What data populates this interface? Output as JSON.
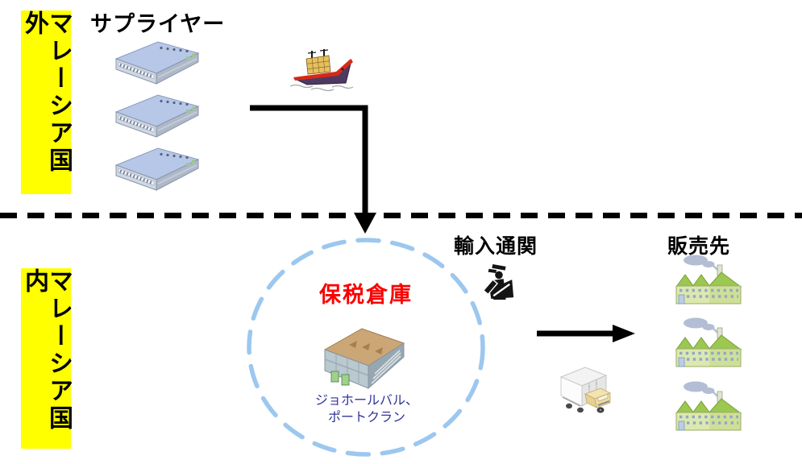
{
  "regions": {
    "outside": {
      "label": "マレーシア国外"
    },
    "inside": {
      "label": "マレーシア国内"
    },
    "band_color": "#ffff00",
    "divider_color": "#000000"
  },
  "supplier": {
    "title": "サプライヤー",
    "warehouse_count": 3,
    "warehouse_icon": "warehouse-blue-icon",
    "vessel_icon": "cargo-ship-icon"
  },
  "bonded_zone": {
    "title": "保税倉庫",
    "title_color": "#fa0000",
    "location_line1": "ジョホールバル、",
    "location_line2": "ポートクラン",
    "location_color": "#333399",
    "circle_color": "#9cc7ef",
    "warehouse_icon": "warehouse-tan-icon"
  },
  "customs": {
    "title": "輸入通関",
    "officer_icon": "customs-officer-icon",
    "truck_icon": "delivery-truck-icon"
  },
  "destinations": {
    "title": "販売先",
    "factory_count": 3,
    "factory_icon": "factory-icon"
  },
  "arrows": {
    "color": "#000000"
  }
}
